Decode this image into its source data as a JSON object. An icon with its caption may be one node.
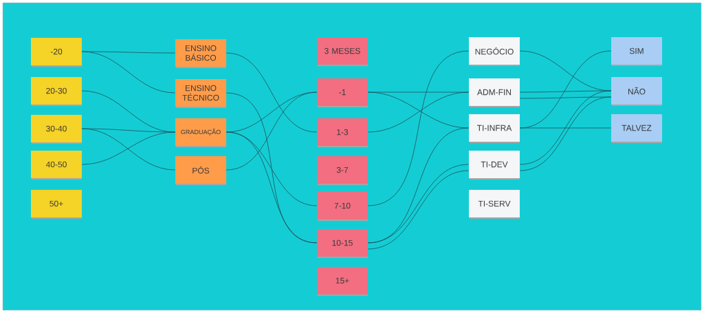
{
  "diagram": {
    "nodes": [
      {
        "text": [
          "-20"
        ]
      },
      {
        "text": [
          "20-30"
        ]
      },
      {
        "text": [
          "30-40"
        ]
      },
      {
        "text": [
          "40-50"
        ]
      },
      {
        "text": [
          "50+"
        ]
      },
      {
        "text": [
          "ENSINO BÁSICO"
        ]
      },
      {
        "text": [
          "ENSINO TÉCNICO"
        ]
      },
      {
        "text": [
          "GRADUAÇÃO"
        ]
      },
      {
        "text": [
          "PÓS"
        ]
      },
      {
        "text": [
          "3 MESES"
        ]
      },
      {
        "text": [
          "-1"
        ]
      },
      {
        "text": [
          "1-3"
        ]
      },
      {
        "text": [
          "3-7"
        ]
      },
      {
        "text": [
          "7-10"
        ]
      },
      {
        "text": [
          "10-15"
        ]
      },
      {
        "text": [
          "15+"
        ]
      },
      {
        "text": [
          "NEGÓCIO"
        ]
      },
      {
        "text": [
          "ADM-FIN"
        ]
      },
      {
        "text": [
          "TI-INFRA"
        ]
      },
      {
        "text": [
          "TI-DEV"
        ]
      },
      {
        "text": [
          "TI-SERV"
        ]
      },
      {
        "text": [
          "SIM"
        ]
      },
      {
        "text": [
          "NÃO"
        ]
      },
      {
        "text": [
          "TALVEZ"
        ]
      }
    ],
    "edges": [
      {
        "from": 0,
        "to": 5,
        "arrow": "none"
      },
      {
        "from": 0,
        "to": 6,
        "arrow": "none"
      },
      {
        "from": 1,
        "to": 7,
        "arrow": "none"
      },
      {
        "from": 2,
        "to": 7,
        "arrow": "none"
      },
      {
        "from": 2,
        "to": 8,
        "arrow": "none"
      },
      {
        "from": 3,
        "to": 7,
        "arrow": "none"
      },
      {
        "from": 5,
        "to": 11,
        "arrow": "none"
      },
      {
        "from": 6,
        "to": 14,
        "arrow": "none"
      },
      {
        "from": 7,
        "to": 10,
        "arrow": "none"
      },
      {
        "from": 7,
        "to": 13,
        "arrow": "none"
      },
      {
        "from": 7,
        "to": 14,
        "arrow": "none"
      },
      {
        "from": 8,
        "to": 10,
        "arrow": "none"
      },
      {
        "from": 10,
        "to": 17,
        "arrow": "none"
      },
      {
        "from": 10,
        "to": 18,
        "arrow": "none"
      },
      {
        "from": 11,
        "to": 17,
        "arrow": "none"
      },
      {
        "from": 13,
        "to": 16,
        "arrow": "none"
      },
      {
        "from": 14,
        "to": 18,
        "arrow": "none"
      },
      {
        "from": 14,
        "to": 19,
        "arrow": "none"
      },
      {
        "from": 14,
        "to": 19,
        "arrow": "none"
      },
      {
        "from": 16,
        "to": 22,
        "arrow": "none"
      },
      {
        "from": 17,
        "to": 22,
        "arrow": "none"
      },
      {
        "from": 17,
        "to": 22,
        "arrow": "none"
      },
      {
        "from": 18,
        "to": 21,
        "arrow": "none"
      },
      {
        "from": 18,
        "to": 23,
        "arrow": "none"
      },
      {
        "from": 19,
        "to": 22,
        "arrow": "none"
      },
      {
        "from": 19,
        "to": 22,
        "arrow": "none"
      }
    ]
  }
}
